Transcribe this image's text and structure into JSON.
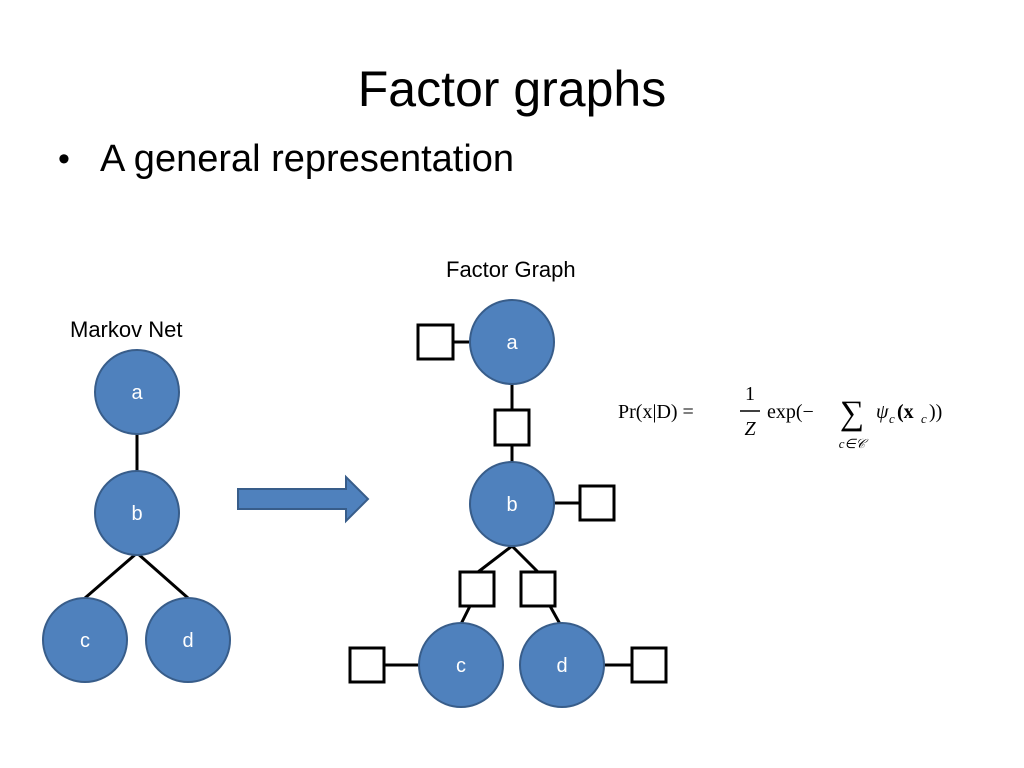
{
  "slide": {
    "title": "Factor graphs",
    "bullet": "A general representation"
  },
  "markov_net": {
    "label": "Markov Net",
    "nodes": [
      "a",
      "b",
      "c",
      "d"
    ]
  },
  "factor_graph": {
    "label": "Factor Graph",
    "nodes": [
      "a",
      "b",
      "c",
      "d"
    ]
  },
  "formula": {
    "lhs": "Pr(x|D) =",
    "numerator": "1",
    "denominator": "Z",
    "exp": "exp(−",
    "sum": "∑",
    "sum_sub": "c∈𝒞",
    "psi": "ψ",
    "psi_sub": "c",
    "arg": "(x",
    "arg_sub": "c",
    "close": "))"
  },
  "colors": {
    "node_fill": "#4f81bd",
    "node_stroke": "#385d8a",
    "arrow_fill": "#4f81bd",
    "arrow_stroke": "#385d8a"
  }
}
